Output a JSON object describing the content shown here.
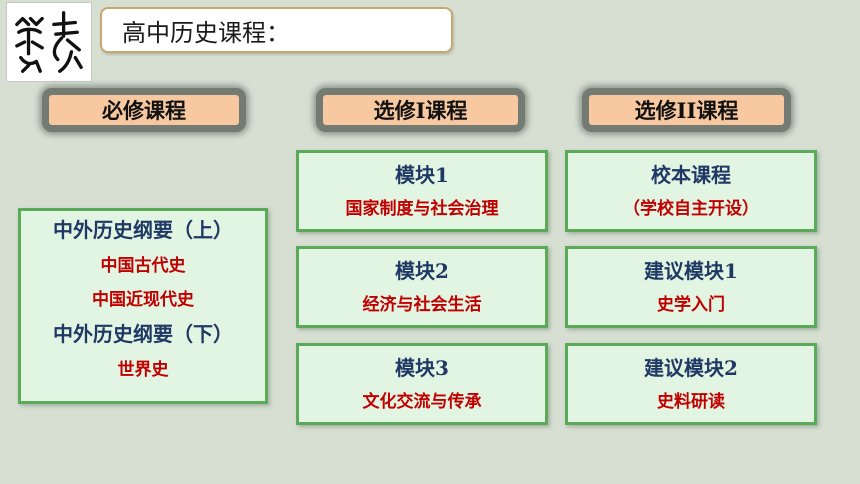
{
  "page_title": "高中历史课程：",
  "columns": [
    {
      "header": "必修课程"
    },
    {
      "header": "选修I课程"
    },
    {
      "header": "选修II课程"
    }
  ],
  "compulsory": {
    "upper_title": "中外历史纲要（上）",
    "upper_items": [
      "中国古代史",
      "中国近现代史"
    ],
    "lower_title": "中外历史纲要（下）",
    "lower_items": [
      "世界史"
    ]
  },
  "elective1": [
    {
      "title": "模块1",
      "subtitle": "国家制度与社会治理"
    },
    {
      "title": "模块2",
      "subtitle": "经济与社会生活"
    },
    {
      "title": "模块3",
      "subtitle": "文化交流与传承"
    }
  ],
  "elective2": [
    {
      "title": "校本课程",
      "subtitle": "（学校自主开设）"
    },
    {
      "title": "建议模块1",
      "subtitle": "史学入门"
    },
    {
      "title": "建议模块2",
      "subtitle": "史料研读"
    }
  ],
  "colors": {
    "background": "#d7dfd3",
    "header_fill": "#f8c9a0",
    "card_fill": "#e2f5e2",
    "card_border": "#5aaa5a",
    "title_text": "#1f3864",
    "subtitle_text": "#c00000"
  }
}
